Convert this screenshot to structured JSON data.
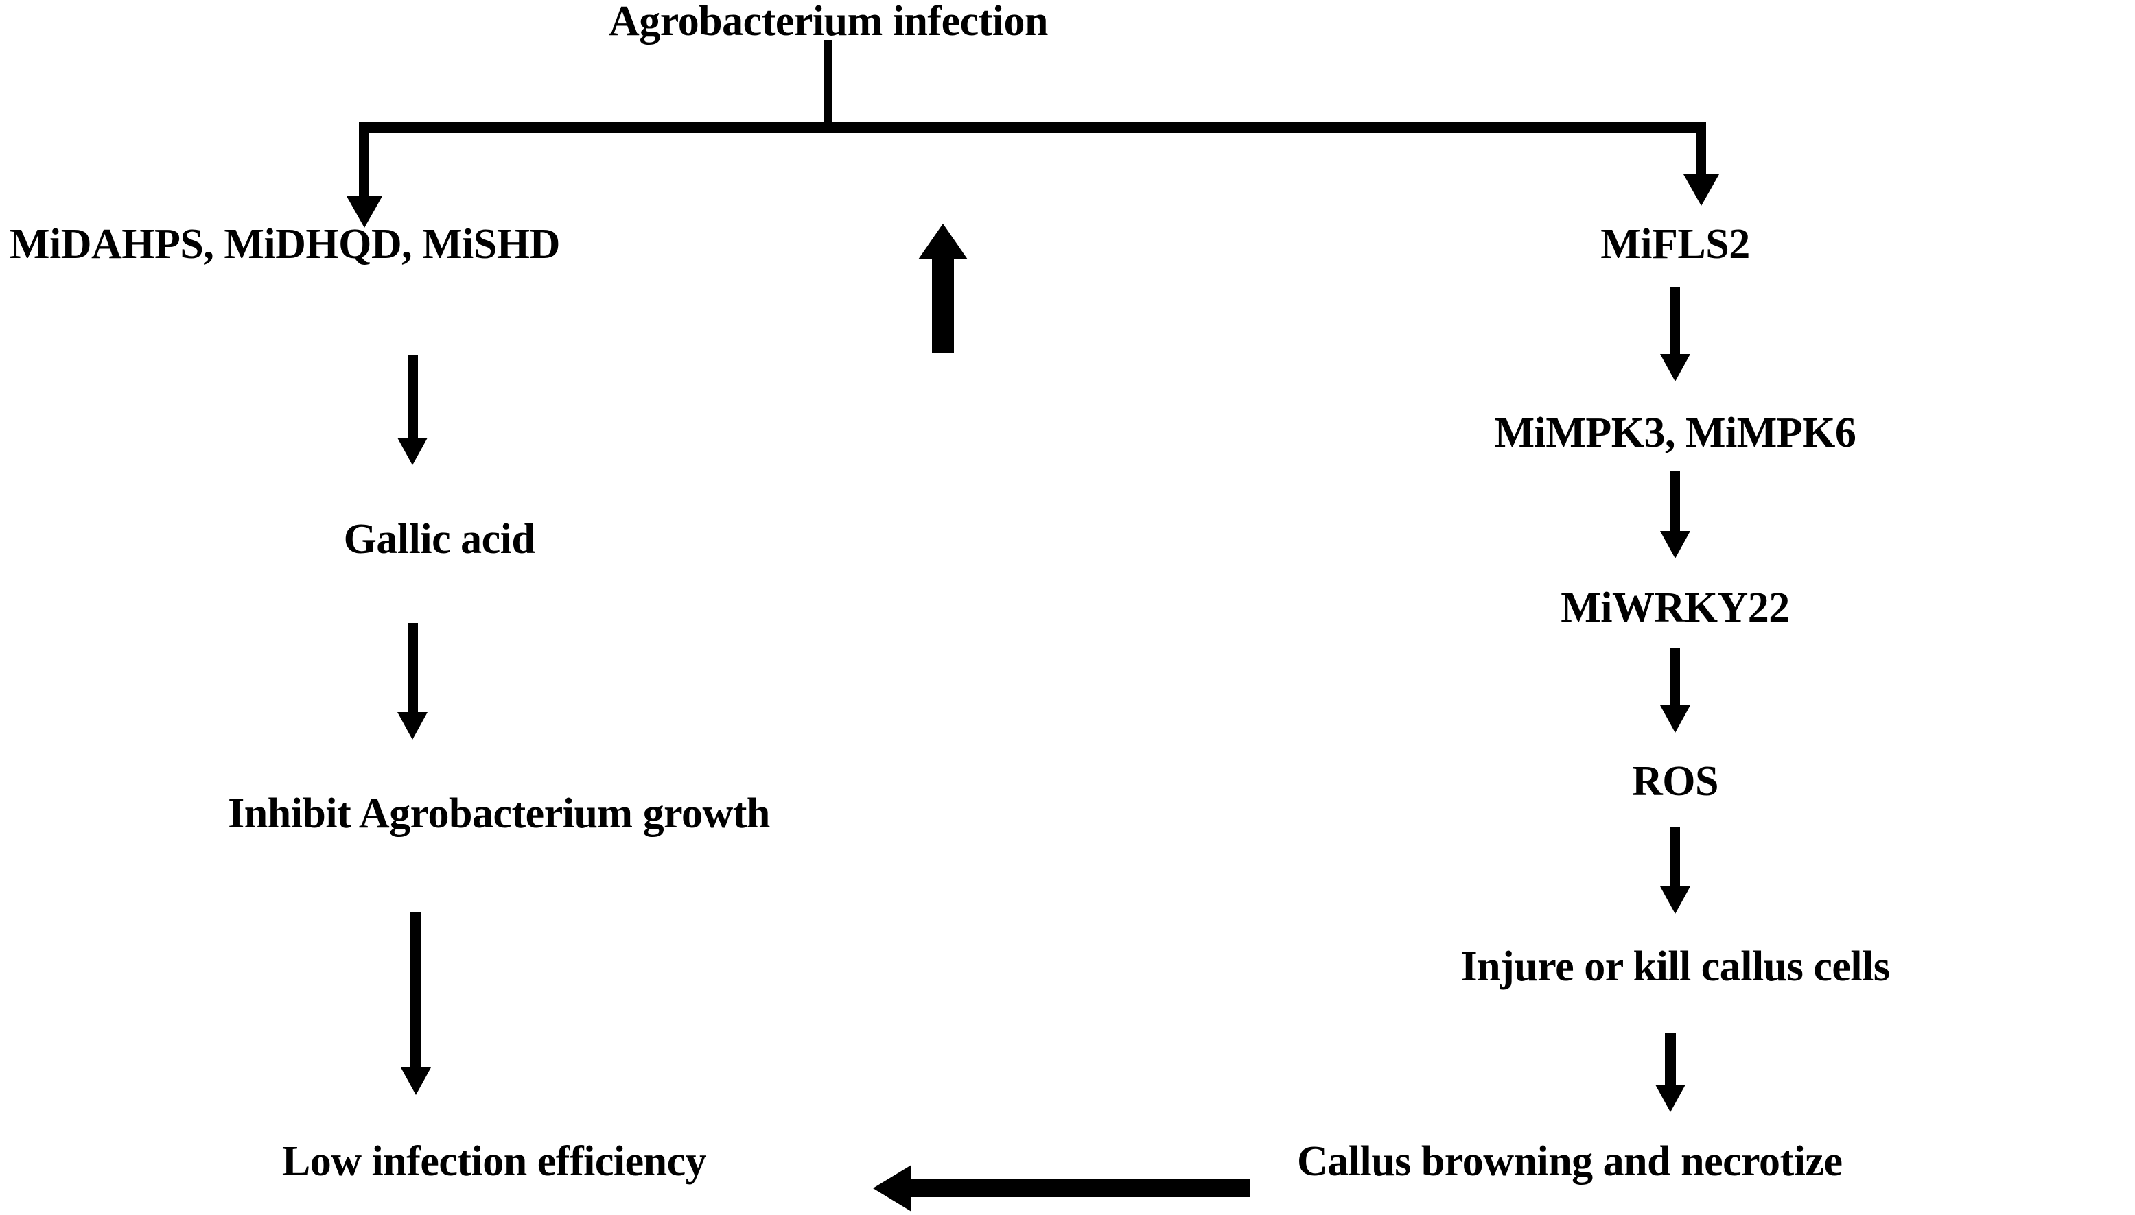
{
  "figure": {
    "type": "flowchart",
    "title": "Agrobacterium infection",
    "background_color": "#ffffff",
    "text_color": "#000000",
    "nodes": {
      "root": "Agrobacterium infection",
      "left_branch": {
        "genes": "MiDAHPS, MiDHQD, MiSHD",
        "metabolite": "Gallic acid",
        "effect": "Inhibit Agrobacterium growth",
        "outcome": "Low infection efficiency"
      },
      "right_branch": {
        "receptor": "MiFLS2",
        "kinases": "MiMPK3, MiMPK6",
        "tf": "MiWRKY22",
        "species": "ROS",
        "damage": "Injure or kill callus cells",
        "outcome": "Callus browning and necrotize"
      }
    },
    "annotations": {
      "upregulation_arrow": "upregulation-arrow"
    },
    "edges": [
      {
        "from": "Agrobacterium infection",
        "to": "MiDAHPS, MiDHQD, MiSHD",
        "style": "elbow-down-left"
      },
      {
        "from": "Agrobacterium infection",
        "to": "MiFLS2",
        "style": "elbow-down-right"
      },
      {
        "from": "MiDAHPS, MiDHQD, MiSHD",
        "to": "Gallic acid",
        "style": "down"
      },
      {
        "from": "Gallic acid",
        "to": "Inhibit Agrobacterium growth",
        "style": "down"
      },
      {
        "from": "Inhibit Agrobacterium growth",
        "to": "Low infection efficiency",
        "style": "down"
      },
      {
        "from": "MiFLS2",
        "to": "MiMPK3, MiMPK6",
        "style": "down"
      },
      {
        "from": "MiMPK3, MiMPK6",
        "to": "MiWRKY22",
        "style": "down"
      },
      {
        "from": "MiWRKY22",
        "to": "ROS",
        "style": "down"
      },
      {
        "from": "ROS",
        "to": "Injure or kill callus cells",
        "style": "down"
      },
      {
        "from": "Injure or kill callus cells",
        "to": "Callus browning and necrotize",
        "style": "down"
      },
      {
        "from": "Callus browning and necrotize",
        "to": "Low infection efficiency",
        "style": "left"
      }
    ]
  }
}
